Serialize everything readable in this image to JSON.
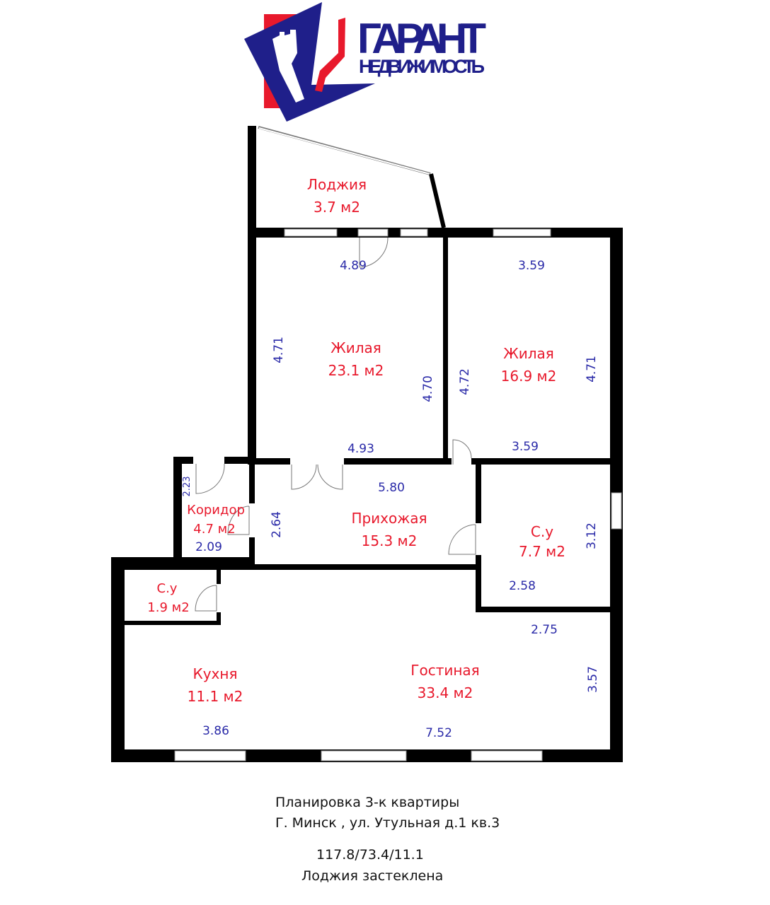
{
  "logo": {
    "brand": "ГАРАНТ",
    "tagline": "НЕДВИЖИМОСТЬ",
    "colors": {
      "blue": "#1f1f8a",
      "red": "#e8192c"
    }
  },
  "rooms": {
    "loggia": {
      "name": "Лоджия",
      "area": "3.7 м2"
    },
    "bedroom1": {
      "name": "Жилая",
      "area": "23.1 м2",
      "dims": [
        "4.89",
        "4.71",
        "4.70",
        "4.93"
      ]
    },
    "bedroom2": {
      "name": "Жилая",
      "area": "16.9 м2",
      "dims": [
        "3.59",
        "4.72",
        "4.71",
        "3.59"
      ]
    },
    "corridor": {
      "name": "Коридор",
      "area": "4.7 м2",
      "dims": [
        "2.23",
        "2.09"
      ]
    },
    "hallway": {
      "name": "Прихожая",
      "area": "15.3 м2",
      "dims": [
        "5.80",
        "2.64"
      ]
    },
    "bathroom": {
      "name": "С.у",
      "area": "7.7 м2",
      "dims": [
        "3.12",
        "2.58"
      ]
    },
    "wc": {
      "name": "С.у",
      "area": "1.9 м2"
    },
    "kitchen": {
      "name": "Кухня",
      "area": "11.1 м2",
      "dims": [
        "3.86"
      ]
    },
    "living": {
      "name": "Гостиная",
      "area": "33.4 м2",
      "dims": [
        "2.75",
        "3.57",
        "7.52"
      ]
    }
  },
  "caption": {
    "line1": "Планировка 3-к квартиры",
    "line2": "Г. Минск , ул. Утульная д.1 кв.3",
    "line3": "117.8/73.4/11.1",
    "line4": "Лоджия застеклена"
  }
}
